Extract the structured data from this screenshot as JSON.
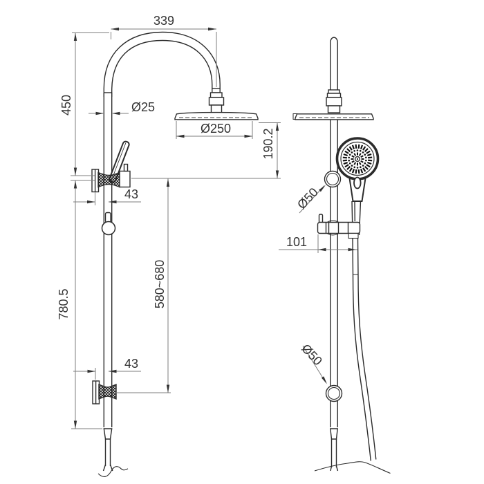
{
  "drawing": {
    "kind": "shower-column-two-view-technical-drawing",
    "views": {
      "left": "front-view",
      "right": "side-view"
    },
    "dimensions": {
      "front": {
        "arm_reach": "339",
        "upper_section_height": "450",
        "riser_pipe_diameter": "Ø25",
        "shower_head_diameter": "Ø250",
        "head_to_bracket_drop": "190.2",
        "wall_offset_upper": "43",
        "rail_length": "780.5",
        "adjustable_range": "580~680",
        "wall_offset_lower": "43"
      },
      "side": {
        "flange_diameter_upper": "Ø50",
        "holder_width": "101",
        "flange_diameter_lower": "Ø50"
      }
    },
    "colors": {
      "geometry_line": "#2b2b2b",
      "dimension_line": "#7d7d7d",
      "text": "#333333",
      "background": "#ffffff"
    }
  }
}
